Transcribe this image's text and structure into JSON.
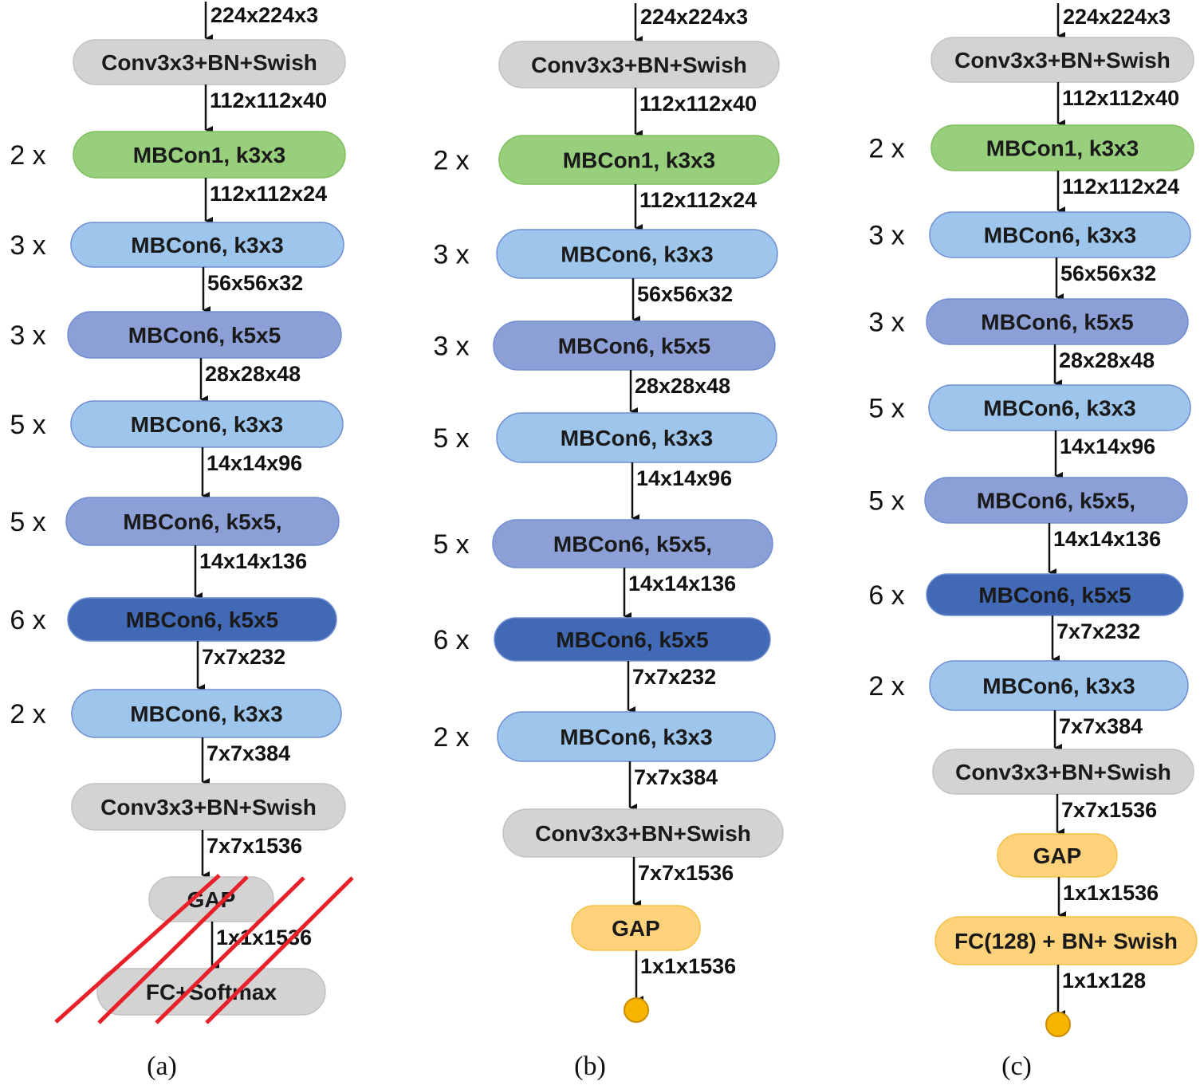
{
  "colors": {
    "gray": "#d3d3d3",
    "green": "#97cf7d",
    "light_blue": "#9ec6ec",
    "mid_blue": "#8c9fd6",
    "dark_blue": "#4169b5",
    "orange": "#fdd27a",
    "dot": "#f7b500",
    "cross": "#e8202a",
    "arrow": "#111111"
  },
  "columns": [
    {
      "caption": "(a)",
      "input_dim": "224x224x3",
      "blocks": [
        {
          "label": "Conv3x3+BN+Swish",
          "repeat": "",
          "color": "gray",
          "out_dim": "112x112x40"
        },
        {
          "label": "MBCon1, k3x3",
          "repeat": "2 x",
          "color": "green",
          "out_dim": "112x112x24"
        },
        {
          "label": "MBCon6, k3x3",
          "repeat": "3  x",
          "color": "light_blue",
          "out_dim": "56x56x32"
        },
        {
          "label": "MBCon6, k5x5",
          "repeat": "3  x",
          "color": "mid_blue",
          "out_dim": "28x28x48"
        },
        {
          "label": "MBCon6, k3x3",
          "repeat": "5 x",
          "color": "light_blue",
          "out_dim": "14x14x96"
        },
        {
          "label": "MBCon6, k5x5,",
          "repeat": "5 x",
          "color": "mid_blue",
          "out_dim": "14x14x136"
        },
        {
          "label": "MBCon6, k5x5",
          "repeat": "6  x",
          "color": "dark_blue",
          "out_dim": "7x7x232"
        },
        {
          "label": "MBCon6, k3x3",
          "repeat": "2  x",
          "color": "light_blue",
          "out_dim": "7x7x384"
        },
        {
          "label": "Conv3x3+BN+Swish",
          "repeat": "",
          "color": "gray",
          "out_dim": "7x7x1536"
        },
        {
          "label": "GAP",
          "repeat": "",
          "color": "gray",
          "out_dim": "1x1x1536"
        },
        {
          "label": "FC+Softmax",
          "repeat": "",
          "color": "gray",
          "out_dim": ""
        }
      ],
      "removed_marker": true,
      "output_dot": false
    },
    {
      "caption": "(b)",
      "input_dim": "224x224x3",
      "blocks": [
        {
          "label": "Conv3x3+BN+Swish",
          "repeat": "",
          "color": "gray",
          "out_dim": "112x112x40"
        },
        {
          "label": "MBCon1, k3x3",
          "repeat": "2 x",
          "color": "green",
          "out_dim": "112x112x24"
        },
        {
          "label": "MBCon6, k3x3",
          "repeat": "3  x",
          "color": "light_blue",
          "out_dim": "56x56x32"
        },
        {
          "label": "MBCon6, k5x5",
          "repeat": "3  x",
          "color": "mid_blue",
          "out_dim": "28x28x48"
        },
        {
          "label": "MBCon6, k3x3",
          "repeat": "5 x",
          "color": "light_blue",
          "out_dim": "14x14x96"
        },
        {
          "label": "MBCon6, k5x5,",
          "repeat": "5 x",
          "color": "mid_blue",
          "out_dim": "14x14x136"
        },
        {
          "label": "MBCon6, k5x5",
          "repeat": "6  x",
          "color": "dark_blue",
          "out_dim": "7x7x232"
        },
        {
          "label": "MBCon6, k3x3",
          "repeat": "2  x",
          "color": "light_blue",
          "out_dim": "7x7x384"
        },
        {
          "label": "Conv3x3+BN+Swish",
          "repeat": "",
          "color": "gray",
          "out_dim": "7x7x1536"
        },
        {
          "label": "GAP",
          "repeat": "",
          "color": "orange",
          "out_dim": "1x1x1536"
        }
      ],
      "removed_marker": false,
      "output_dot": true
    },
    {
      "caption": "(c)",
      "input_dim": "224x224x3",
      "blocks": [
        {
          "label": "Conv3x3+BN+Swish",
          "repeat": "",
          "color": "gray",
          "out_dim": "112x112x40"
        },
        {
          "label": "MBCon1, k3x3",
          "repeat": "2 x",
          "color": "green",
          "out_dim": "112x112x24"
        },
        {
          "label": "MBCon6, k3x3",
          "repeat": "3  x",
          "color": "light_blue",
          "out_dim": "56x56x32"
        },
        {
          "label": "MBCon6, k5x5",
          "repeat": "3  x",
          "color": "mid_blue",
          "out_dim": "28x28x48"
        },
        {
          "label": "MBCon6, k3x3",
          "repeat": "5 x",
          "color": "light_blue",
          "out_dim": "14x14x96"
        },
        {
          "label": "MBCon6, k5x5,",
          "repeat": "5 x",
          "color": "mid_blue",
          "out_dim": "14x14x136"
        },
        {
          "label": "MBCon6, k5x5",
          "repeat": "6  x",
          "color": "dark_blue",
          "out_dim": "7x7x232"
        },
        {
          "label": "MBCon6, k3x3",
          "repeat": "2  x",
          "color": "light_blue",
          "out_dim": "7x7x384"
        },
        {
          "label": "Conv3x3+BN+Swish",
          "repeat": "",
          "color": "gray",
          "out_dim": "7x7x1536"
        },
        {
          "label": "GAP",
          "repeat": "",
          "color": "orange",
          "out_dim": "1x1x1536"
        },
        {
          "label": "FC(128) + BN+ Swish",
          "repeat": "",
          "color": "orange",
          "out_dim": "1x1x128"
        }
      ],
      "removed_marker": false,
      "output_dot": true
    }
  ]
}
